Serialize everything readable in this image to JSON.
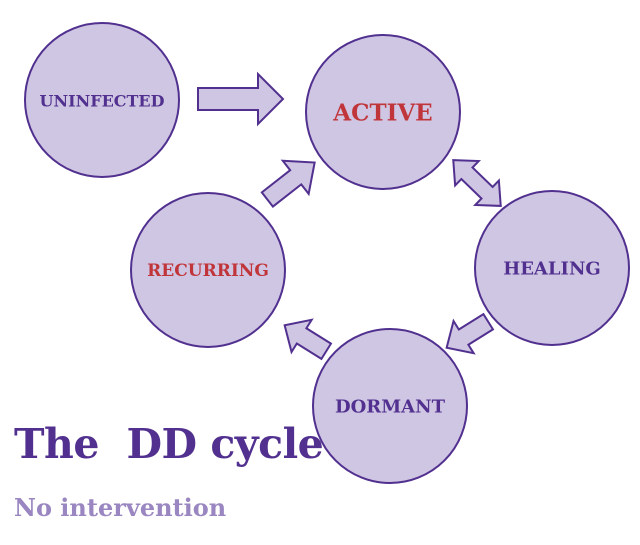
{
  "title": "The  DD cycle",
  "subtitle": "No intervention",
  "colors": {
    "circle_fill": "#cfc6e3",
    "circle_stroke": "#51308f",
    "label_purple": "#51308f",
    "label_red": "#c0353a",
    "subtitle": "#9a86c0"
  },
  "nodes": [
    {
      "id": "uninfected",
      "label": "UNINFECTED",
      "color": "#51308f"
    },
    {
      "id": "active",
      "label": "ACTIVE",
      "color": "#c0353a"
    },
    {
      "id": "healing",
      "label": "HEALING",
      "color": "#51308f"
    },
    {
      "id": "dormant",
      "label": "DORMANT",
      "color": "#51308f"
    },
    {
      "id": "recurring",
      "label": "RECURRING",
      "color": "#c0353a"
    }
  ],
  "edges": [
    {
      "from": "uninfected",
      "to": "active",
      "direction": "one-way"
    },
    {
      "from": "active",
      "to": "healing",
      "direction": "two-way"
    },
    {
      "from": "healing",
      "to": "dormant",
      "direction": "one-way"
    },
    {
      "from": "dormant",
      "to": "recurring",
      "direction": "one-way"
    },
    {
      "from": "recurring",
      "to": "active",
      "direction": "one-way"
    }
  ]
}
